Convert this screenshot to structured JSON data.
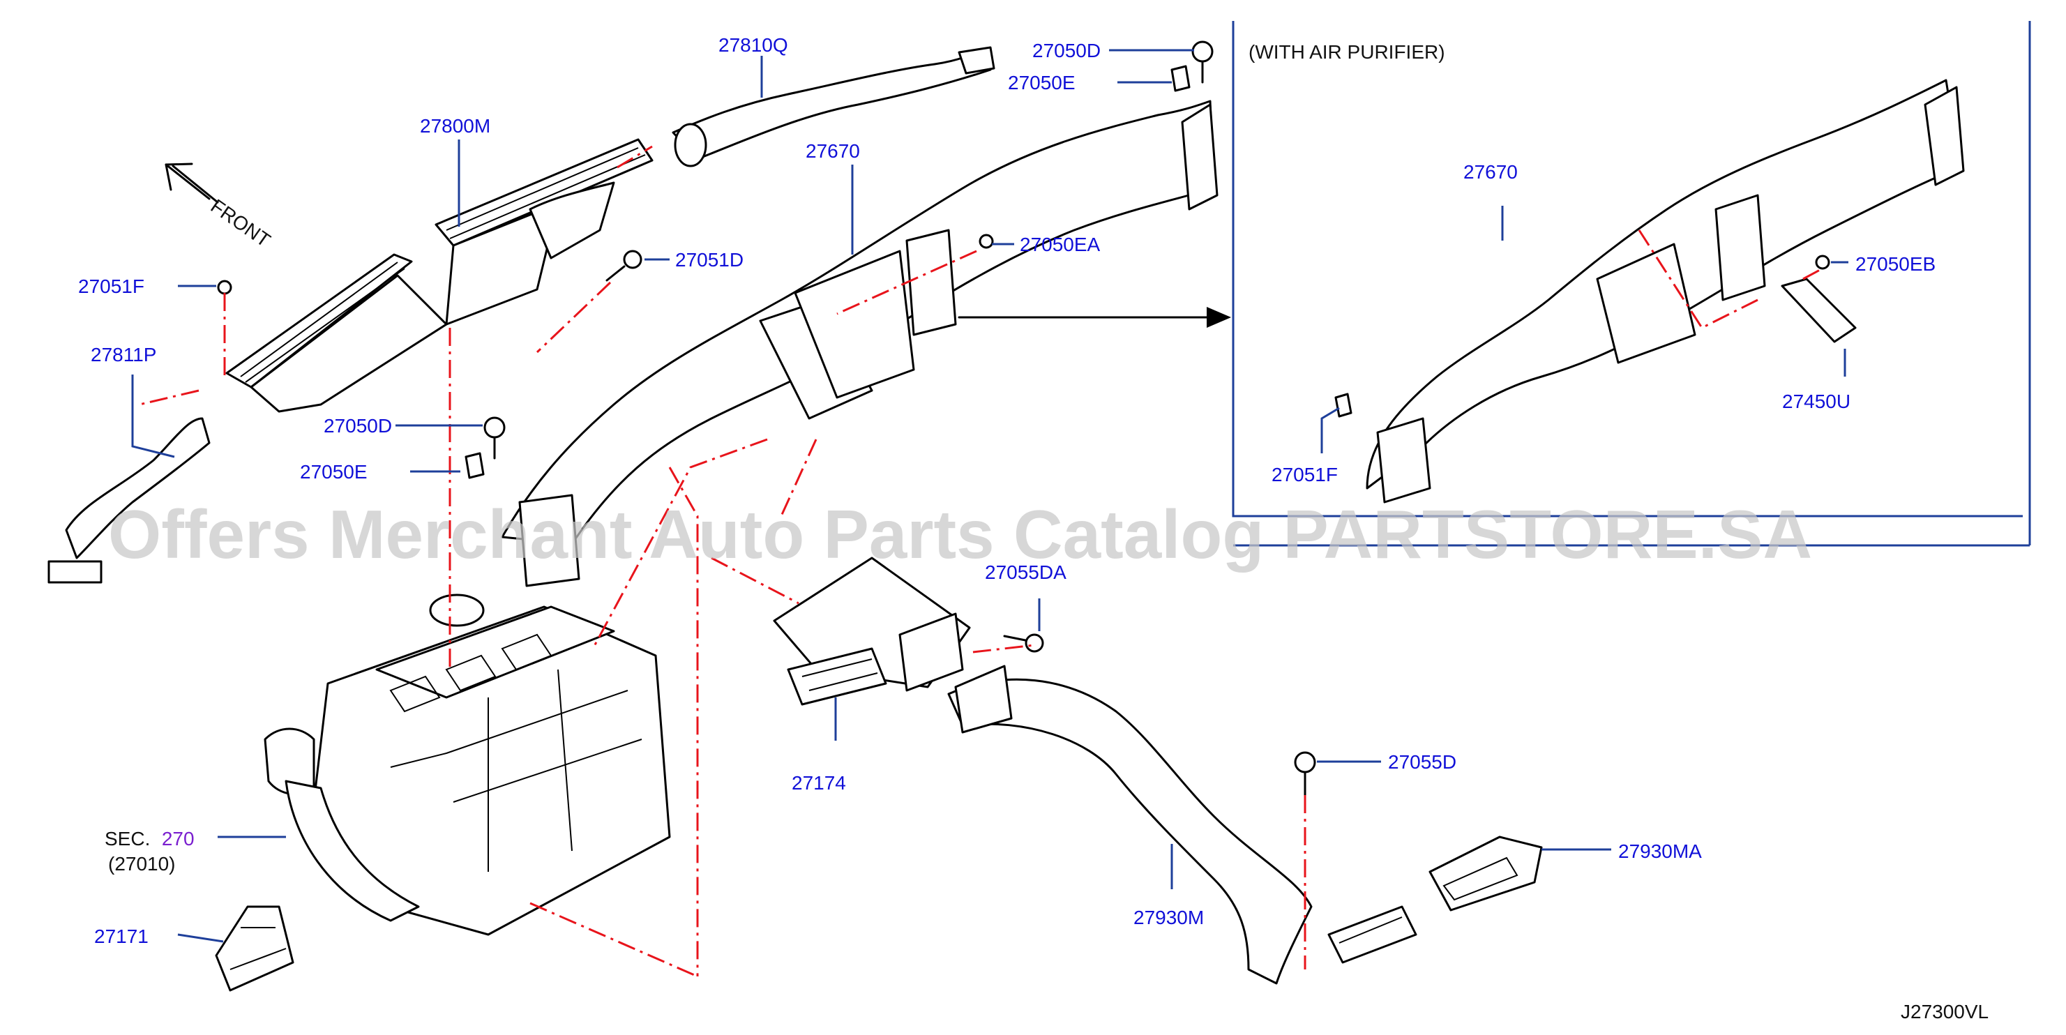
{
  "diagram": {
    "code": "J27300VL",
    "watermark": "Offers Merchant Auto Parts Catalog PARTSTORE.SA",
    "inset_title": "(WITH   AIR   PURIFIER)",
    "front_label": "FRONT",
    "sec_prefix": "SEC.",
    "sec_number": "270",
    "sec_sub": "(27010)",
    "labels": {
      "p27810Q": "27810Q",
      "p27050D_top": "27050D",
      "p27050E_top": "27050E",
      "p27800M": "27800M",
      "p27670": "27670",
      "p27051D": "27051D",
      "p27050EA": "27050EA",
      "p27051F": "27051F",
      "p27811P": "27811P",
      "p27050D_mid": "27050D",
      "p27050E_mid": "27050E",
      "p27055DA": "27055DA",
      "p27174": "27174",
      "p27055D": "27055D",
      "p27930MA": "27930MA",
      "p27930M": "27930M",
      "p27171": "27171",
      "inset_27670": "27670",
      "inset_27050EB": "27050EB",
      "inset_27450U": "27450U",
      "inset_27051F": "27051F"
    },
    "colors": {
      "label": "#1010d8",
      "section_ref": "#7a1fcf",
      "leader": "#1e3f9a",
      "dash_line": "#e8141b",
      "watermark": "#c8c8c8"
    }
  }
}
